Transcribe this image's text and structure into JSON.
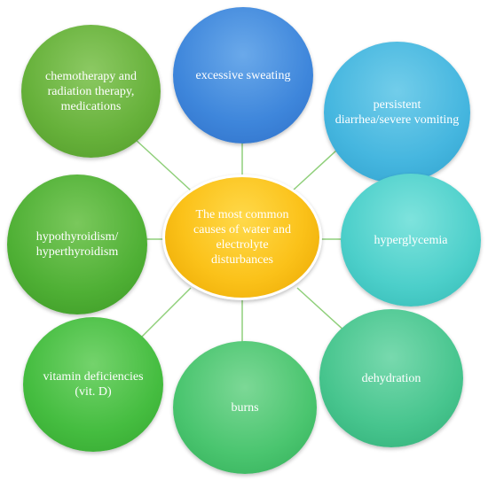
{
  "center": {
    "label": "The most common causes of water and electrolyte disturbances"
  },
  "causes": [
    {
      "id": "top",
      "label": "excessive sweating"
    },
    {
      "id": "topright",
      "label": "persistent diarrhea/severe vomiting"
    },
    {
      "id": "right",
      "label": "hyperglycemia"
    },
    {
      "id": "botright",
      "label": "dehydration"
    },
    {
      "id": "bottom",
      "label": "burns"
    },
    {
      "id": "botleft",
      "label": "vitamin deficiencies (vit. D)"
    },
    {
      "id": "left",
      "label": "hypothyroidism/ hyperthyroidism"
    },
    {
      "id": "topleft",
      "label": "chemotherapy and radiation therapy, medications"
    }
  ],
  "colors": {
    "center": "#fbc21a",
    "connector": "#8fcf7a",
    "top": "#3e86db",
    "topright": "#45b6df",
    "right": "#4ccfca",
    "botright": "#47c58e",
    "bottom": "#4ac56f",
    "botleft": "#45bd40",
    "left": "#4fb035",
    "topleft": "#66b13a"
  }
}
